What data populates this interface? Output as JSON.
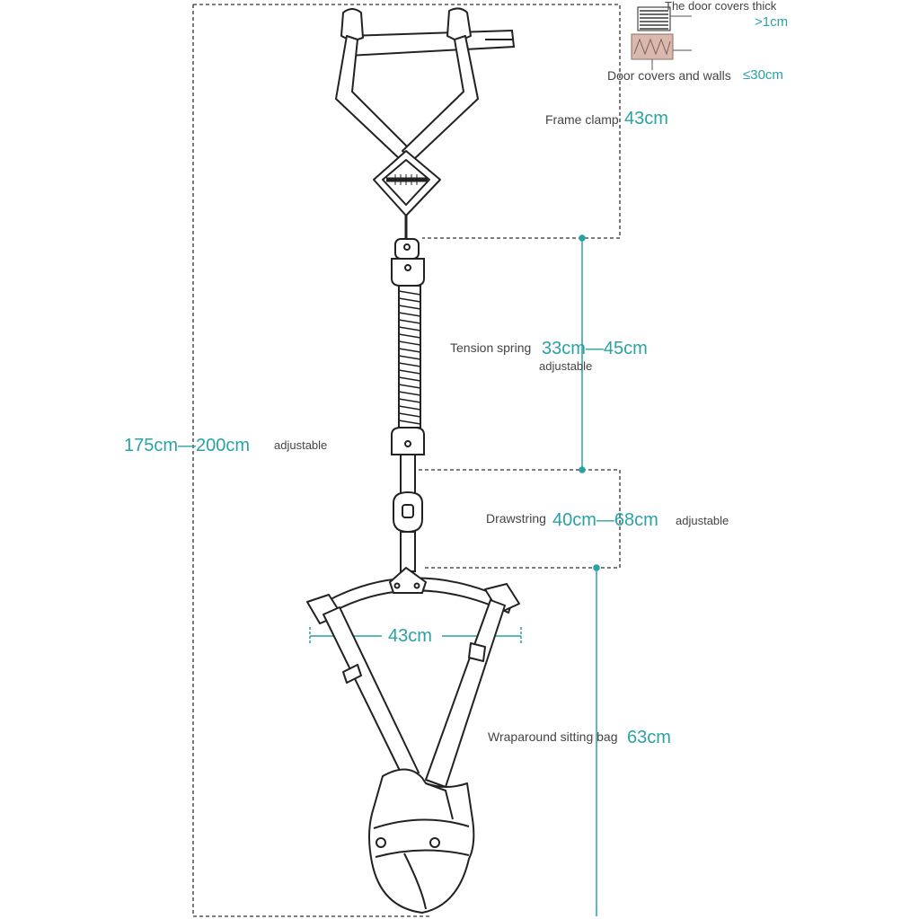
{
  "labels": {
    "door_thick_text": "The door covers thick",
    "door_thick_value": ">1cm",
    "door_walls_text": "Door covers and walls",
    "door_walls_value": "≤30cm",
    "frame_clamp_text": "Frame clamp",
    "frame_clamp_value": "43cm",
    "tension_text": "Tension spring",
    "tension_value": "33cm—45cm",
    "tension_adj": "adjustable",
    "total_value": "175cm—200cm",
    "total_adj": "adjustable",
    "drawstring_text": "Drawstring",
    "drawstring_value": "40cm—68cm",
    "drawstring_adj": "adjustable",
    "width_value": "43cm",
    "seat_text": "Wraparound sitting bag",
    "seat_value": "63cm"
  },
  "colors": {
    "accent": "#2aa2a5",
    "line": "#333333",
    "text": "#444444",
    "door_cover": "#d9b8ae"
  }
}
